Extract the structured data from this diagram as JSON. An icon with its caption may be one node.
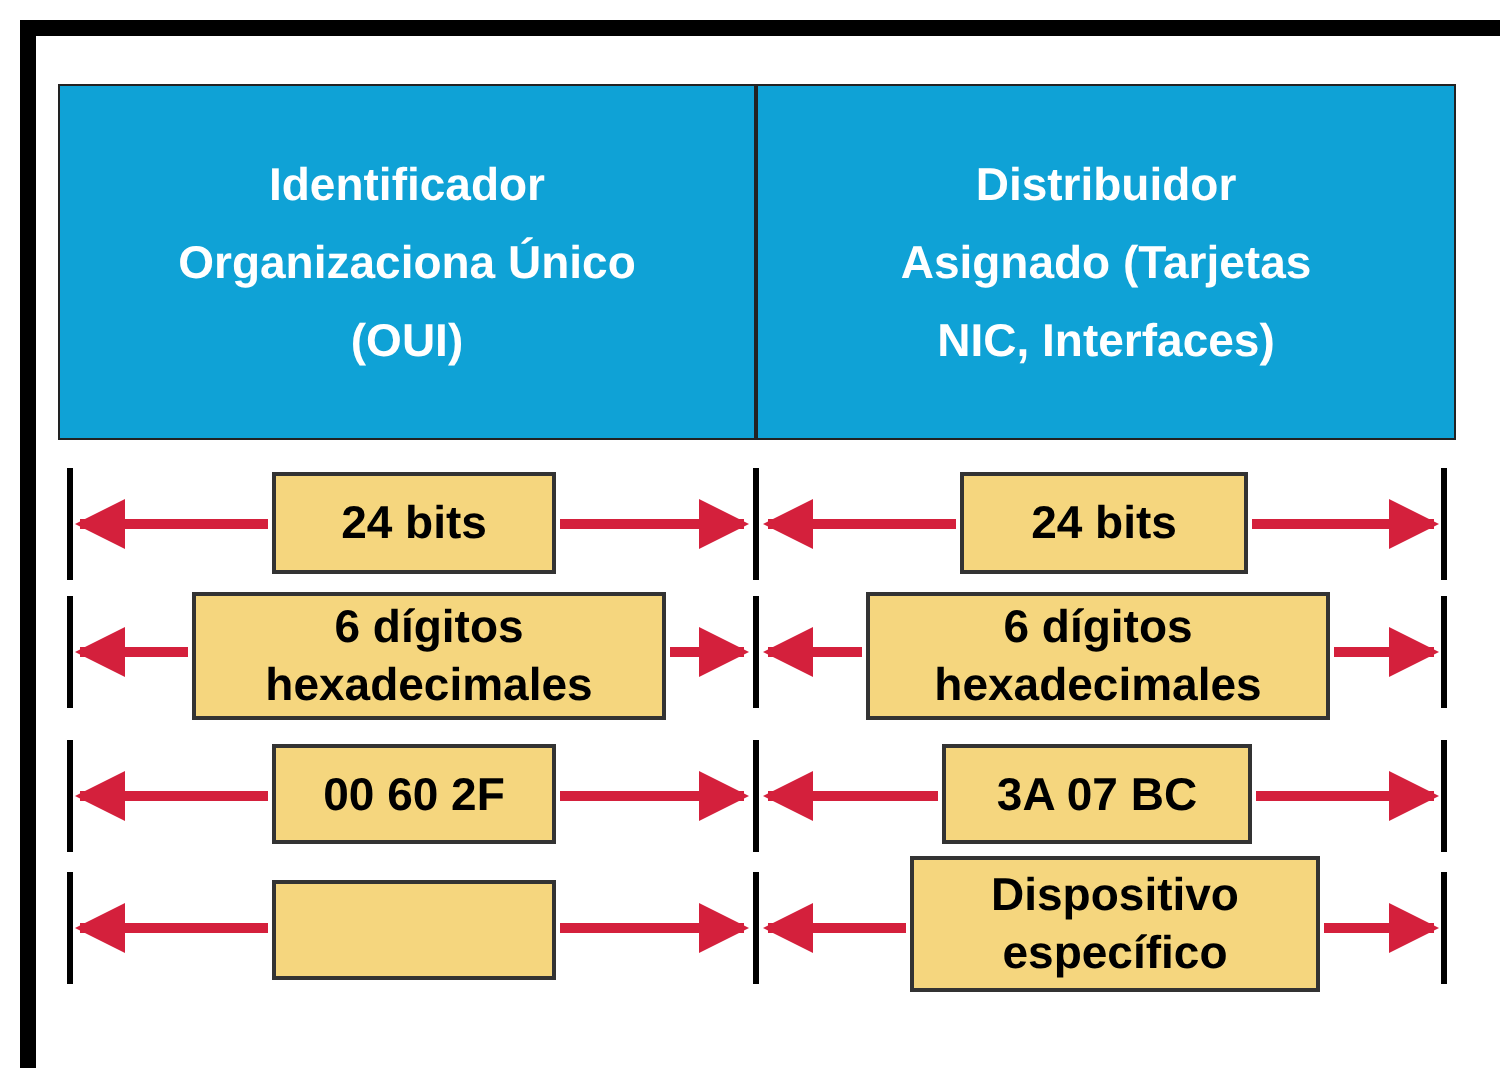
{
  "diagram": {
    "nodes": [
      {
        "text": [
          "Identificador Organizaciona Único (OUI)"
        ]
      },
      {
        "text": [
          "Distribuidor Asignado (Tarjetas NIC, Interfaces)"
        ]
      },
      {
        "text": [
          "24 bits"
        ]
      },
      {
        "text": [
          "24 bits"
        ]
      },
      {
        "text": [
          "6 dígitos hexadecimales"
        ]
      },
      {
        "text": [
          "6 dígitos hexadecimales"
        ]
      },
      {
        "text": [
          "00 60 2F"
        ]
      },
      {
        "text": [
          "3A 07 BC"
        ]
      },
      {
        "text": [],
        "shape": "box"
      },
      {
        "text": [
          "Dispositivo específico"
        ]
      }
    ]
  }
}
